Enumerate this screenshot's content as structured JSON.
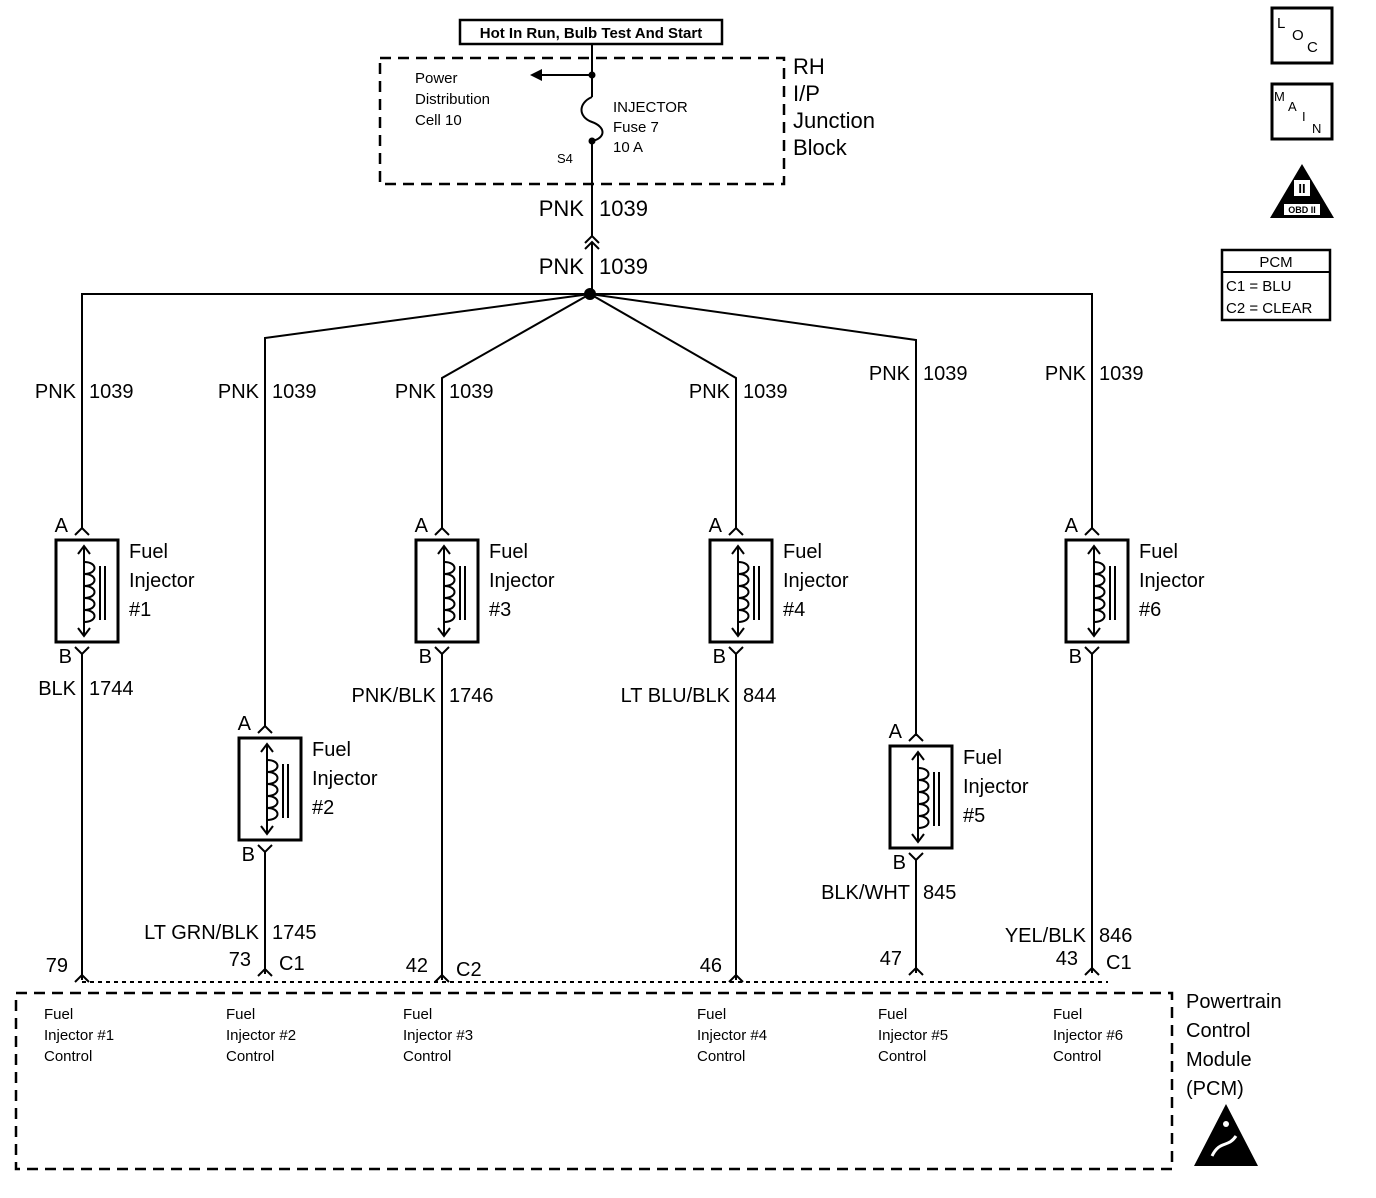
{
  "power_source": {
    "label": "Hot In Run, Bulb Test And Start"
  },
  "junction_block": {
    "name_lines": [
      "RH",
      "I/P",
      "Junction",
      "Block"
    ],
    "distribution_lines": [
      "Power",
      "Distribution",
      "Cell 10"
    ],
    "fuse_lines": [
      "INJECTOR",
      "Fuse 7",
      "10 A"
    ],
    "splice": "S4"
  },
  "feed_wire": {
    "color": "PNK",
    "circuit": "1039"
  },
  "badges": {
    "loc": "LOC",
    "main": "MAIN",
    "obd_label": "OBD II"
  },
  "pcm_legend": {
    "title": "PCM",
    "rows": [
      "C1 = BLU",
      "C2 = CLEAR"
    ]
  },
  "injectors": [
    {
      "name_lines": [
        "Fuel",
        "Injector",
        "#1"
      ],
      "pin_a": "A",
      "pin_b": "B",
      "feed_color": "PNK",
      "feed_circuit": "1039",
      "return_color": "BLK",
      "return_circuit": "1744",
      "pcm_pin": "79",
      "pcm_connector": "",
      "pcm_label": [
        "Fuel",
        "Injector #1",
        "Control"
      ]
    },
    {
      "name_lines": [
        "Fuel",
        "Injector",
        "#2"
      ],
      "pin_a": "A",
      "pin_b": "B",
      "feed_color": "PNK",
      "feed_circuit": "1039",
      "return_color": "LT GRN/BLK",
      "return_circuit": "1745",
      "pcm_pin": "73",
      "pcm_connector": "C1",
      "pcm_label": [
        "Fuel",
        "Injector #2",
        "Control"
      ]
    },
    {
      "name_lines": [
        "Fuel",
        "Injector",
        "#3"
      ],
      "pin_a": "A",
      "pin_b": "B",
      "feed_color": "PNK",
      "feed_circuit": "1039",
      "return_color": "PNK/BLK",
      "return_circuit": "1746",
      "pcm_pin": "42",
      "pcm_connector": "C2",
      "pcm_label": [
        "Fuel",
        "Injector #3",
        "Control"
      ]
    },
    {
      "name_lines": [
        "Fuel",
        "Injector",
        "#4"
      ],
      "pin_a": "A",
      "pin_b": "B",
      "feed_color": "PNK",
      "feed_circuit": "1039",
      "return_color": "LT BLU/BLK",
      "return_circuit": "844",
      "pcm_pin": "46",
      "pcm_connector": "",
      "pcm_label": [
        "Fuel",
        "Injector #4",
        "Control"
      ]
    },
    {
      "name_lines": [
        "Fuel",
        "Injector",
        "#5"
      ],
      "pin_a": "A",
      "pin_b": "B",
      "feed_color": "PNK",
      "feed_circuit": "1039",
      "return_color": "BLK/WHT",
      "return_circuit": "845",
      "pcm_pin": "47",
      "pcm_connector": "",
      "pcm_label": [
        "Fuel",
        "Injector #5",
        "Control"
      ]
    },
    {
      "name_lines": [
        "Fuel",
        "Injector",
        "#6"
      ],
      "pin_a": "A",
      "pin_b": "B",
      "feed_color": "PNK",
      "feed_circuit": "1039",
      "return_color": "YEL/BLK",
      "return_circuit": "846",
      "pcm_pin": "43",
      "pcm_connector": "C1",
      "pcm_label": [
        "Fuel",
        "Injector #6",
        "Control"
      ]
    }
  ],
  "pcm": {
    "name_lines": [
      "Powertrain",
      "Control",
      "Module",
      "(PCM)"
    ]
  }
}
